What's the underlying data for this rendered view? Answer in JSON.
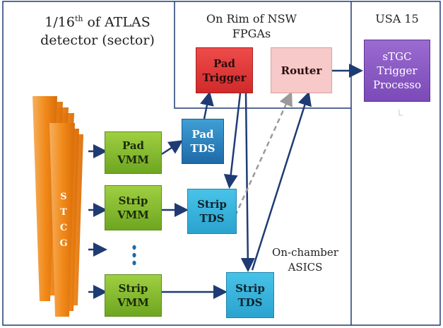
{
  "titles": {
    "sector_prefix": "1/16",
    "sector_sup": "th",
    "sector_rest": " of ATLAS detector (sector)",
    "rim": "On Rim of NSW FPGAs",
    "usa": "USA 15",
    "on_chamber": "On-chamber ASICS"
  },
  "boxes": {
    "pad_vmm": "Pad\nVMM",
    "strip_vmm_1": "Strip\nVMM",
    "strip_vmm_2": "Strip\nVMM",
    "pad_tds": "Pad\nTDS",
    "strip_tds_1": "Strip\nTDS",
    "strip_tds_2": "Strip\nTDS",
    "pad_trigger": "Pad\nTrigger",
    "router": "Router",
    "stgc_processor": "sTGC\nTrigger\nProcesso"
  },
  "stcg_letters": [
    "S",
    "T",
    "C",
    "G"
  ],
  "colors": {
    "arrow": "#1f3b73",
    "dashed_arrow": "#9a9a9a",
    "frame": "#1f3b73"
  }
}
